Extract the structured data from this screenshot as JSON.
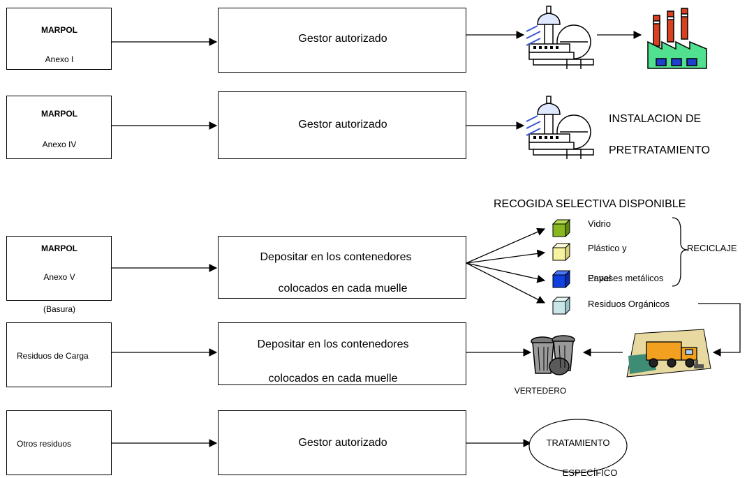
{
  "row1": {
    "title": "MARPOL",
    "subtitle": "Anexo I",
    "action": "Gestor autorizado"
  },
  "row2": {
    "title": "MARPOL",
    "subtitle": "Anexo IV",
    "action": "Gestor autorizado",
    "result_line1": "INSTALACION DE",
    "result_line2": "PRETRATAMIENTO"
  },
  "row3": {
    "title": "MARPOL",
    "subtitle": "Anexo V",
    "note": "(Basura)",
    "action_line1": "Depositar en los contenedores",
    "action_line2": "colocados en cada muelle"
  },
  "selective": {
    "header": "RECOGIDA SELECTIVA DISPONIBLE",
    "items": [
      {
        "label": "Vidrio",
        "color": "#88b820"
      },
      {
        "label": "Plástico y",
        "color": "#f6f2a0"
      },
      {
        "label": "Papel",
        "color": "#1040e0"
      },
      {
        "label": "Residuos Orgánicos",
        "color": "#c8e6e8"
      }
    ],
    "overlap_label": "Envases metálicos",
    "group_label": "RECICLAJE"
  },
  "row4": {
    "title": "Residuos de Carga",
    "action_line1": "Depositar en los contenedores",
    "action_line2": "colocados en cada muelle",
    "result": "VERTEDERO"
  },
  "row5": {
    "title": "Otros residuos",
    "action": "Gestor autorizado",
    "result_line1": "TRATAMIENTO",
    "result_line2": "ESPECÍFICO"
  },
  "icons": {
    "plant": "treatment-plant-icon",
    "factory": "factory-icon",
    "bins": "trash-bins-icon",
    "truck": "garbage-truck-icon"
  }
}
